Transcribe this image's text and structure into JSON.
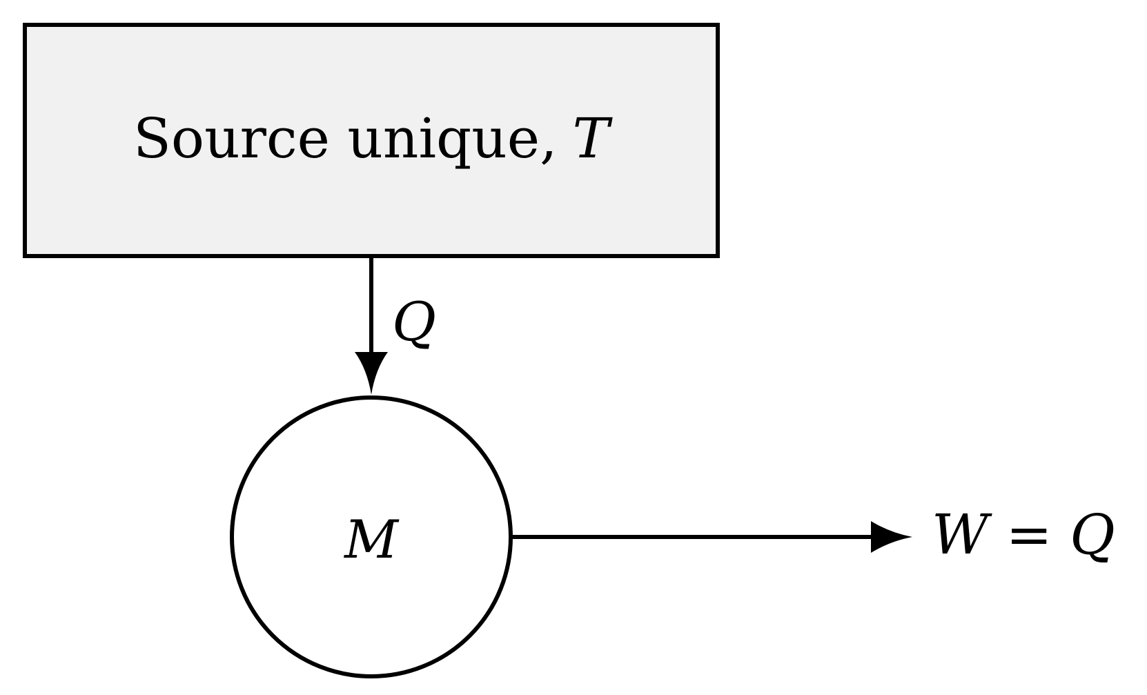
{
  "source_box": {
    "label": "Source unique,",
    "label_var": "T",
    "fill_color": "#f1f1f1"
  },
  "heat_arrow": {
    "label": "Q"
  },
  "machine": {
    "label": "M"
  },
  "work_output": {
    "label": "W = Q"
  },
  "colors": {
    "stroke": "#000000",
    "background": "#ffffff"
  }
}
